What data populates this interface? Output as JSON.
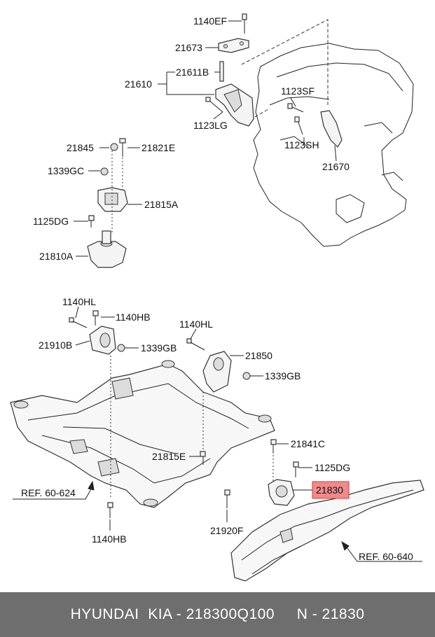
{
  "labels": {
    "p1140EF": "1140EF",
    "p21673": "21673",
    "p21611B": "21611B",
    "p21610": "21610",
    "p1123SF": "1123SF",
    "p1123LG": "1123LG",
    "p1123SH": "1123SH",
    "p21670": "21670",
    "p21845": "21845",
    "p21821E": "21821E",
    "p1339GC": "1339GC",
    "p21815A": "21815A",
    "p1125DG_top": "1125DG",
    "p21810A": "21810A",
    "p1140HL_left": "1140HL",
    "p1140HB_top": "1140HB",
    "p21910B": "21910B",
    "p1339GB_left": "1339GB",
    "p1140HL_mid": "1140HL",
    "p21850": "21850",
    "p1339GB_mid": "1339GB",
    "p21815E": "21815E",
    "p21841C": "21841C",
    "p1125DG_bottom": "1125DG",
    "p21830": "21830",
    "ref_624": "REF. 60-624",
    "p1140HB_bottom": "1140HB",
    "p21920F": "21920F",
    "ref_640": "REF. 60-640"
  },
  "highlight_color": "#f08a8a",
  "footer": {
    "text": "HYUNDAI  KIA - 218300Q100     N - 21830"
  }
}
